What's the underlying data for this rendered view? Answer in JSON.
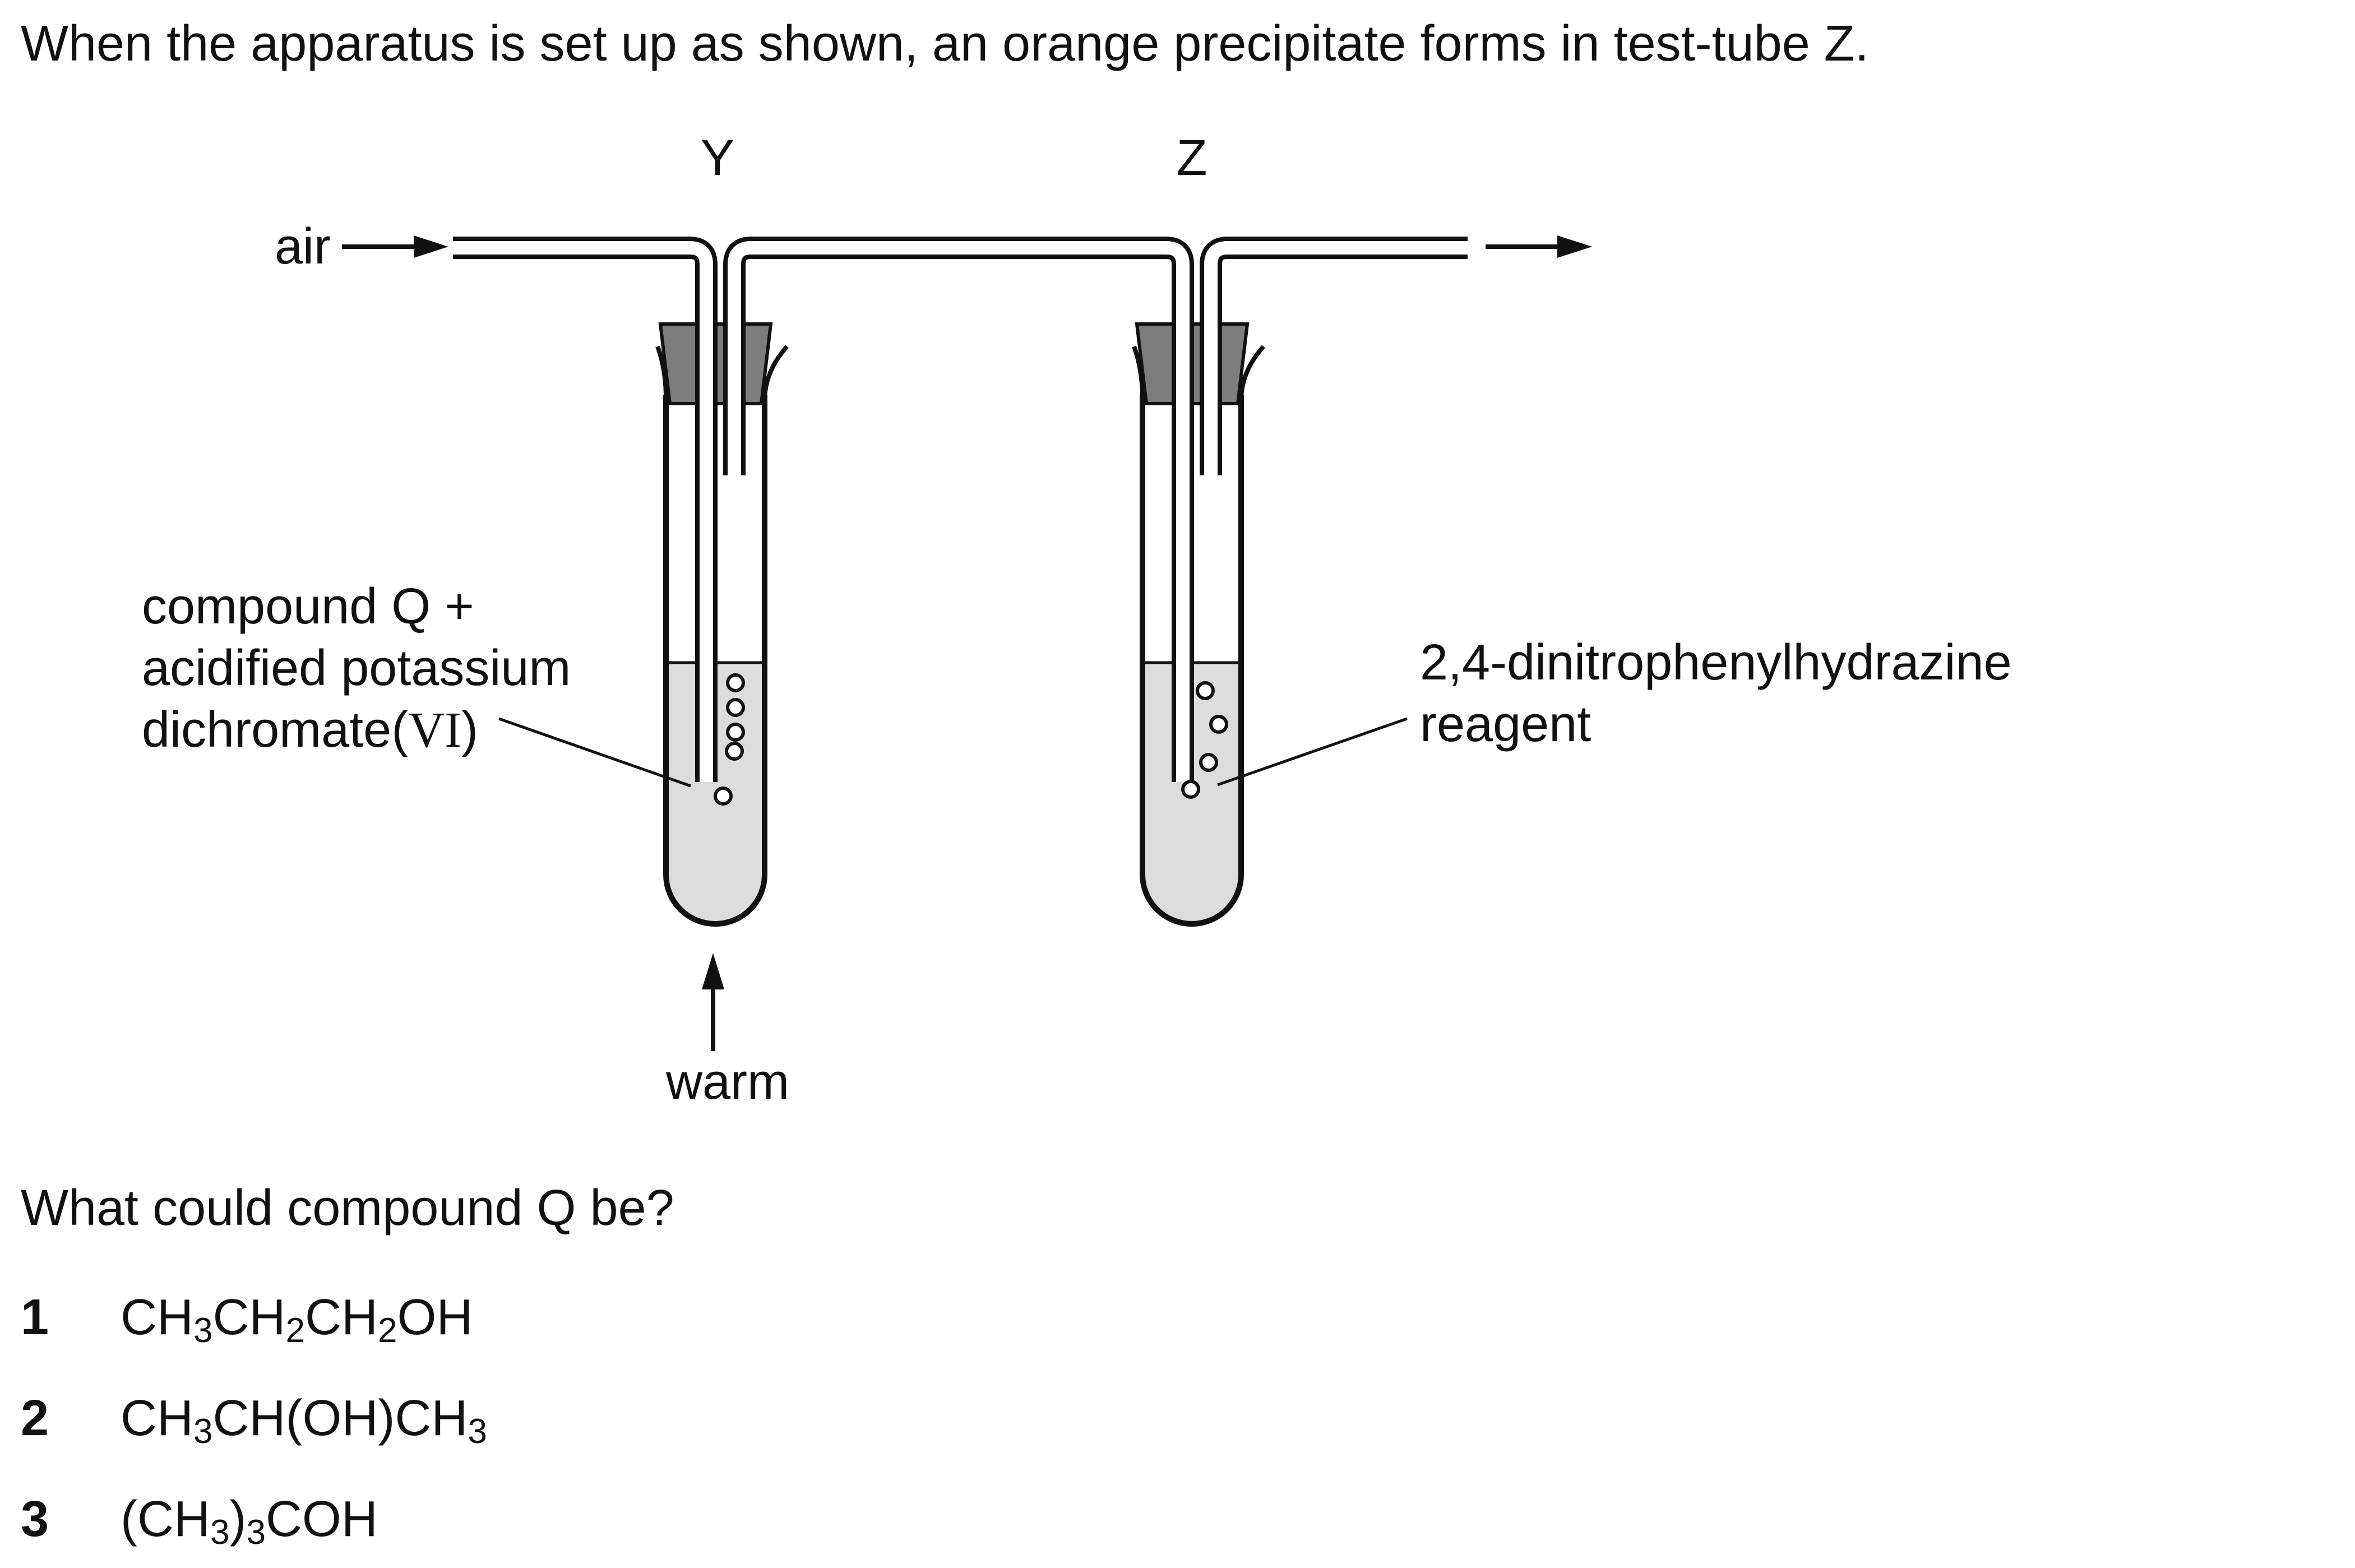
{
  "intro": "When the apparatus is set up as shown, an orange precipitate forms in test-tube Z.",
  "diagram": {
    "label_y": "Y",
    "label_z": "Z",
    "label_air": "air",
    "label_warm": "warm",
    "left_label_line1": "compound Q +",
    "left_label_line2": "acidified potassium",
    "left_label_line3_main": "dichromate(",
    "left_label_line3_roman": "VI",
    "left_label_line3_end": ")",
    "right_label_line1": "2,4-dinitrophenylhydrazine",
    "right_label_line2": "reagent"
  },
  "question": "What could compound Q be?",
  "options": [
    {
      "number": "1",
      "parts": [
        {
          "t": "CH"
        },
        {
          "s": "3"
        },
        {
          "t": "CH"
        },
        {
          "s": "2"
        },
        {
          "t": "CH"
        },
        {
          "s": "2"
        },
        {
          "t": "OH"
        }
      ]
    },
    {
      "number": "2",
      "parts": [
        {
          "t": "CH"
        },
        {
          "s": "3"
        },
        {
          "t": "CH(OH)CH"
        },
        {
          "s": "3"
        }
      ]
    },
    {
      "number": "3",
      "parts": [
        {
          "t": "(CH"
        },
        {
          "s": "3"
        },
        {
          "t": ")"
        },
        {
          "s": "3"
        },
        {
          "t": "COH"
        }
      ]
    }
  ]
}
